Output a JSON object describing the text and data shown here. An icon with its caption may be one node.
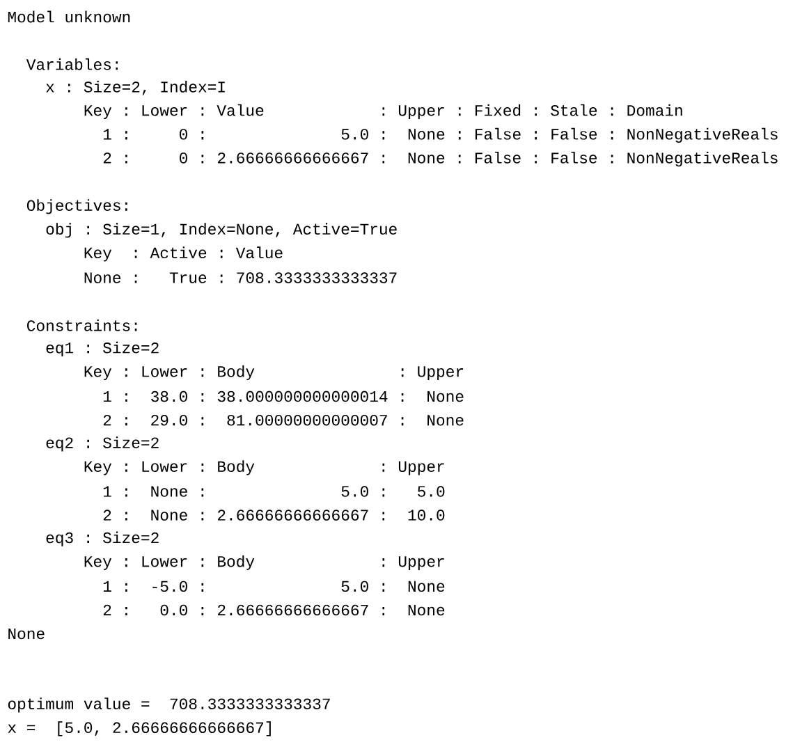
{
  "diagram": {
    "labels": [
      "Model unknown",
      "Variables:",
      "x : Size=2, Index=I",
      "Key : Lower : Value            : Upper : Fixed : Stale : Domain",
      "1 :     0 :              5.0 :  None : False : False : NonNegativeReals",
      "2 :     0 : 2.66666666666667 :  None : False : False : NonNegativeReals",
      "Objectives:",
      "obj : Size=1, Index=None, Active=True",
      "Key  : Active : Value",
      "None :   True : 708.3333333333337",
      "Constraints:",
      "eq1 : Size=2",
      "Key : Lower : Body               : Upper",
      "1 :  38.0 : 38.000000000000014 :  None",
      "2 :  29.0 :  81.00000000000007 :  None",
      "eq2 : Size=2",
      "Key : Lower : Body             : Upper",
      "1 :  None :              5.0 :   5.0",
      "2 :  None : 2.66666666666667 :  10.0",
      "eq3 : Size=2",
      "Key : Lower : Body             : Upper",
      "1 :  -5.0 :              5.0 :  None",
      "2 :   0.0 : 2.66666666666667 :  None",
      "None",
      "optimum value =  708.3333333333337",
      "x =  [5.0, 2.66666666666667]"
    ]
  }
}
